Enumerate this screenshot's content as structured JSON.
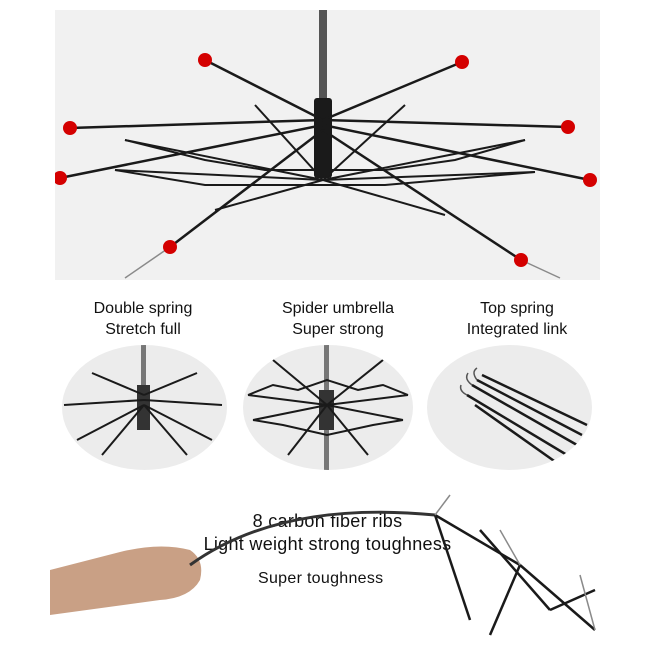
{
  "hero": {
    "line1": "8 carbon fiber ribs",
    "line2": "Light weight strong toughness",
    "tip_color": "#d40000",
    "frame_color": "#1a1a1a"
  },
  "features": [
    {
      "line1": "Double spring",
      "line2": "Stretch full"
    },
    {
      "line1": "Spider umbrella",
      "line2": "Super strong"
    },
    {
      "line1": "Top spring",
      "line2": "Integrated link"
    }
  ],
  "bottom": {
    "caption": "Super toughness"
  }
}
